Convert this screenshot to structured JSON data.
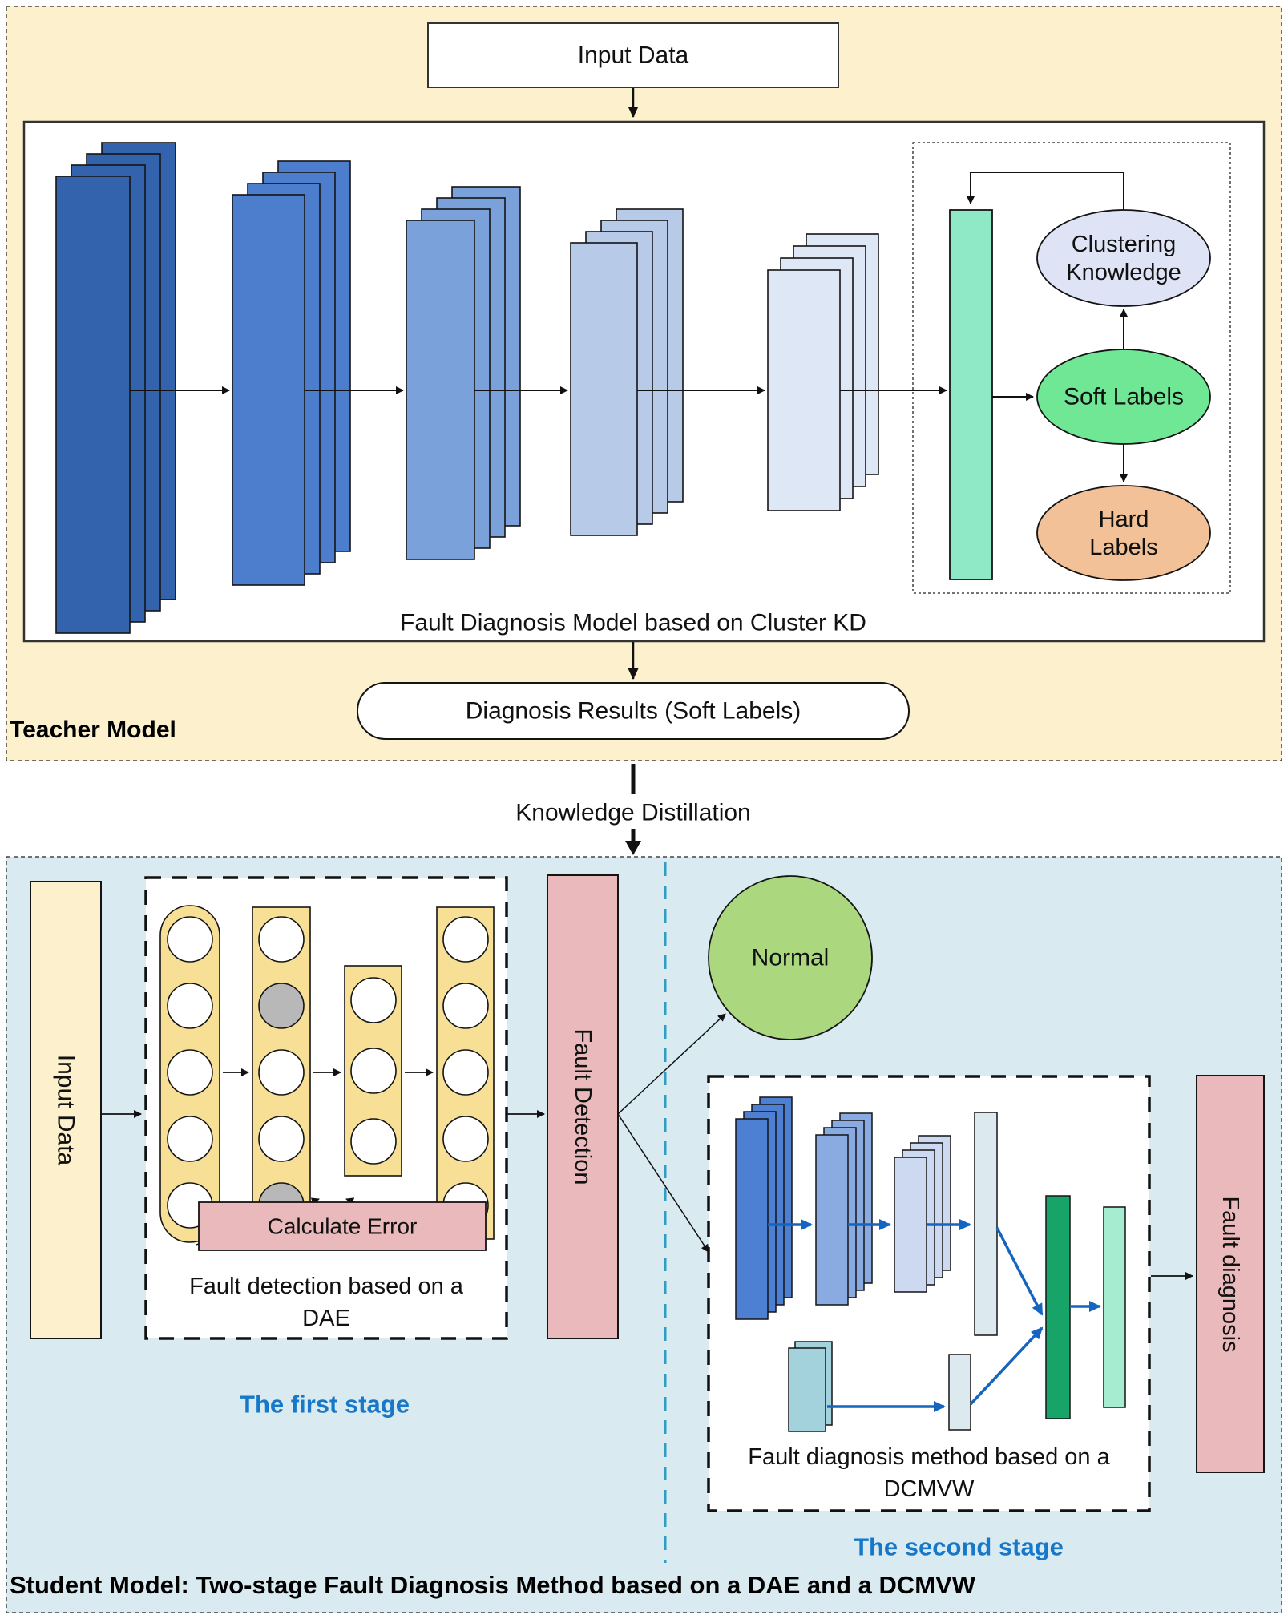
{
  "palette": {
    "teacher_bg": "#fdf0cd",
    "student_bg": "#daeaf1",
    "conv_stack_1": "#3263ac",
    "conv_stack_2": "#4d7dcd",
    "conv_stack_3": "#7ba1db",
    "conv_stack_4": "#b7cbe9",
    "conv_stack_5": "#dde7f6",
    "feature_bar_mint": "#8fe8c6",
    "clustering_ellipse": "#dee4f5",
    "soft_labels_ellipse": "#6fe795",
    "hard_labels_ellipse": "#f3c197",
    "pink_bar": "#e9b9bb",
    "normal_circle": "#abd77e",
    "dae_node_fill": "#f7e096",
    "dropped_node_gray": "#b8b8b8",
    "dcmvw_stack_a": "#4d7fd2",
    "dcmvw_stack_b": "#8aabe2",
    "dcmvw_stack_c": "#ccd9f0",
    "dcmvw_flat_bar": "#dce9ef",
    "dcmvw_teal_stack": "#a3d2dc",
    "dcmvw_green_bar": "#16a469",
    "dcmvw_mint_bar": "#a5ecd0",
    "blue_arrow": "#1565c0",
    "stage_text": "#1778c8",
    "divider_blue": "#2e9ec4"
  },
  "teacher": {
    "panel_label": "Teacher Model",
    "input_box_label": "Input Data",
    "model_caption": "Fault Diagnosis Model based on Cluster KD",
    "results_label": "Diagnosis Results (Soft Labels)",
    "clustering_line1": "Clustering",
    "clustering_line2": "Knowledge",
    "soft_labels_label": "Soft Labels",
    "hard_line1": "Hard",
    "hard_line2": "Labels"
  },
  "distillation_label": "Knowledge Distillation",
  "student": {
    "panel_label": "Student Model: Two-stage Fault Diagnosis Method based on a DAE and a DCMVW",
    "input_bar_label": "Input Data",
    "calculate_error_label": "Calculate Error",
    "dae_caption_line1": "Fault detection based on a",
    "dae_caption_line2": "DAE",
    "first_stage_label": "The first stage",
    "fault_detection_label": "Fault Detection",
    "normal_label": "Normal",
    "dcmvw_caption_line1": "Fault diagnosis method based on a",
    "dcmvw_caption_line2": "DCMVW",
    "second_stage_label": "The second stage",
    "fault_diagnosis_label": "Fault diagnosis"
  }
}
